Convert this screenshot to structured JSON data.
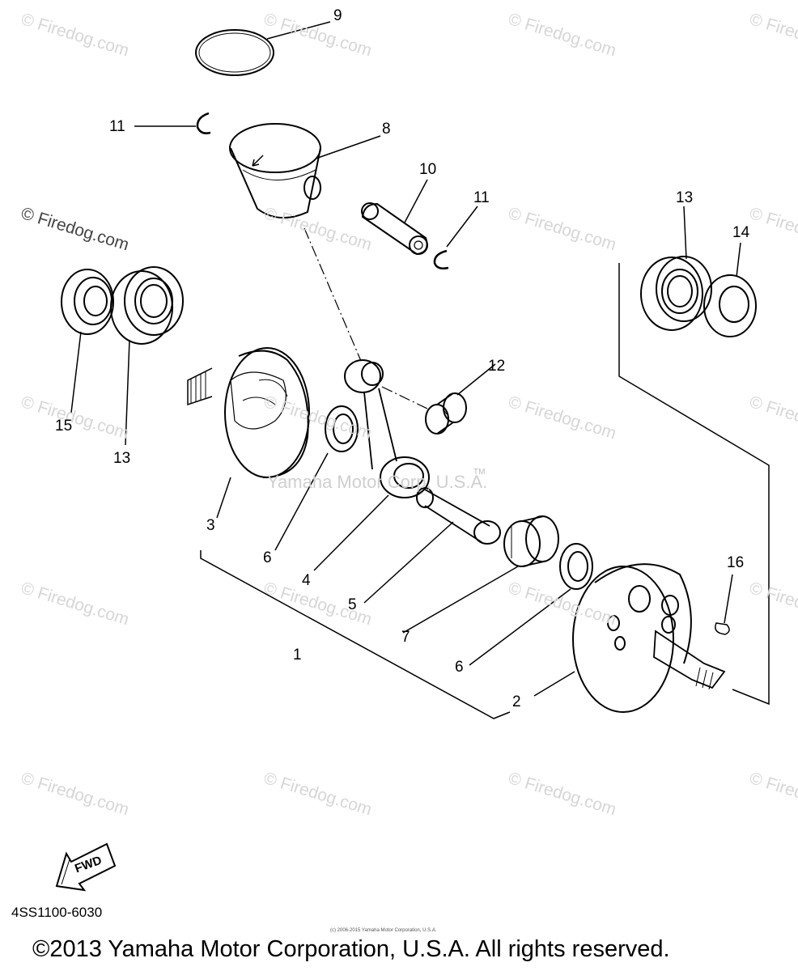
{
  "watermark": {
    "text": "© Firedog.com",
    "center_text": "Yamaha Motor Corp, U.S.A.",
    "trademark": "TM"
  },
  "callouts": {
    "c1": "1",
    "c2": "2",
    "c3": "3",
    "c4": "4",
    "c5": "5",
    "c6a": "6",
    "c6b": "6",
    "c7": "7",
    "c8": "8",
    "c9": "9",
    "c10": "10",
    "c11a": "11",
    "c11b": "11",
    "c12": "12",
    "c13a": "13",
    "c13b": "13",
    "c14": "14",
    "c15": "15",
    "c16": "16"
  },
  "fwd_label": "FWD",
  "part_code": "4SS1100-6030",
  "tiny_copyright": "(c) 2006-2015 Yamaha Motor Corporation, U.S.A.",
  "copyright": "©2013 Yamaha Motor Corporation, U.S.A. All rights reserved.",
  "colors": {
    "line": "#000000",
    "watermark": "#d6d6d6"
  }
}
